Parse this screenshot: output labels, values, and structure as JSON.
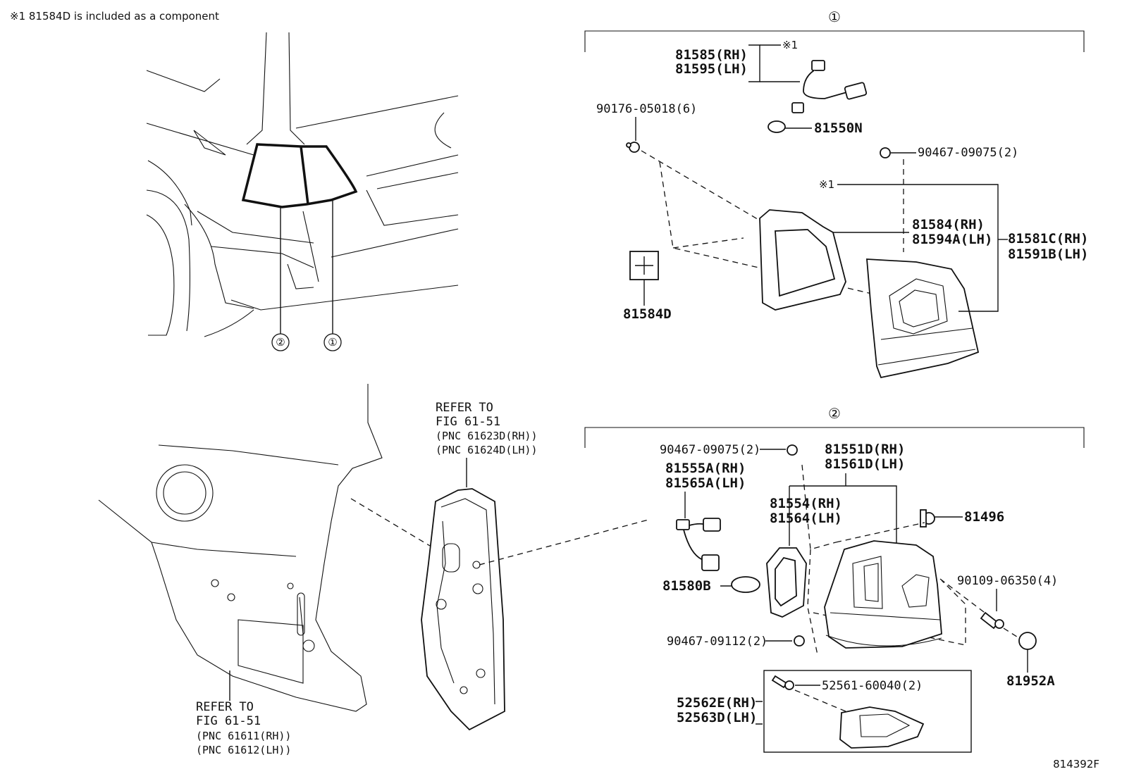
{
  "note": "※1 81584D is included as a component",
  "diagram_id": "814392F",
  "callouts": {
    "one": "①",
    "two": "②",
    "ref1": "※1"
  },
  "labels": {
    "p81585": "81585(RH)",
    "p81595": "81595(LH)",
    "p81550N": "81550N",
    "p90176": "90176-05018(6)",
    "p90467a": "90467-09075(2)",
    "p81584": "81584(RH)",
    "p81594A": "81594A(LH)",
    "p81581C": "81581C(RH)",
    "p81591B": "81591B(LH)",
    "p81584D": "81584D",
    "p90467b": "90467-09075(2)",
    "p81551D": "81551D(RH)",
    "p81561D": "81561D(LH)",
    "p81555A": "81555A(RH)",
    "p81565A": "81565A(LH)",
    "p81554": "81554(RH)",
    "p81564": "81564(LH)",
    "p81496": "81496",
    "p81580B": "81580B",
    "p90109": "90109-06350(4)",
    "p90467c": "90467-09112(2)",
    "p81952A": "81952A",
    "p52561": "52561-60040(2)",
    "p52562E": "52562E(RH)",
    "p52563D": "52563D(LH)"
  },
  "refer_top": {
    "line1": "REFER TO",
    "line2": "FIG 61-51",
    "pnc1": "(PNC 61623D(RH))",
    "pnc2": "(PNC 61624D(LH))"
  },
  "refer_bottom": {
    "line1": "REFER TO",
    "line2": "FIG 61-51",
    "pnc1": "(PNC 61611(RH))",
    "pnc2": "(PNC 61612(LH))"
  }
}
